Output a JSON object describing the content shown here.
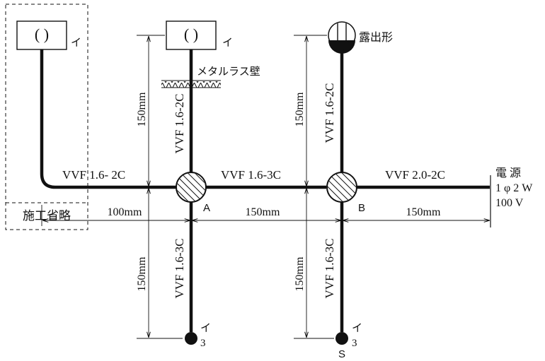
{
  "labels": {
    "fixture_mark_1": "イ",
    "fixture_mark_2": "イ",
    "exposed_type": "露出形",
    "metal_lath_wall": "メタルラス壁",
    "omitted_work": "施工省略",
    "power_source_1": "電 源",
    "power_source_2": "1 φ 2 W",
    "power_source_3": "100 V",
    "junction_a": "A",
    "junction_b": "B",
    "switch_left_mark": "イ",
    "switch_left_num": "3",
    "switch_right_mark": "イ",
    "switch_right_num": "3",
    "switch_right_s": "S",
    "fixture_inner_1": "( )",
    "fixture_inner_2": "( )"
  },
  "cables": {
    "left_horizontal": "VVF 1.6- 2C",
    "a_up": "VVF 1.6-2C",
    "a_to_b": "VVF 1.6-3C",
    "b_up": "VVF 1.6-2C",
    "b_to_source": "VVF 2.0-2C",
    "a_down": "VVF 1.6-3C",
    "b_down": "VVF 1.6-3C"
  },
  "dimensions": {
    "a_up": "150mm",
    "b_up": "150mm",
    "left_run": "100mm",
    "a_to_b": "150mm",
    "b_to_source": "150mm",
    "a_down": "150mm",
    "b_down": "150mm"
  }
}
